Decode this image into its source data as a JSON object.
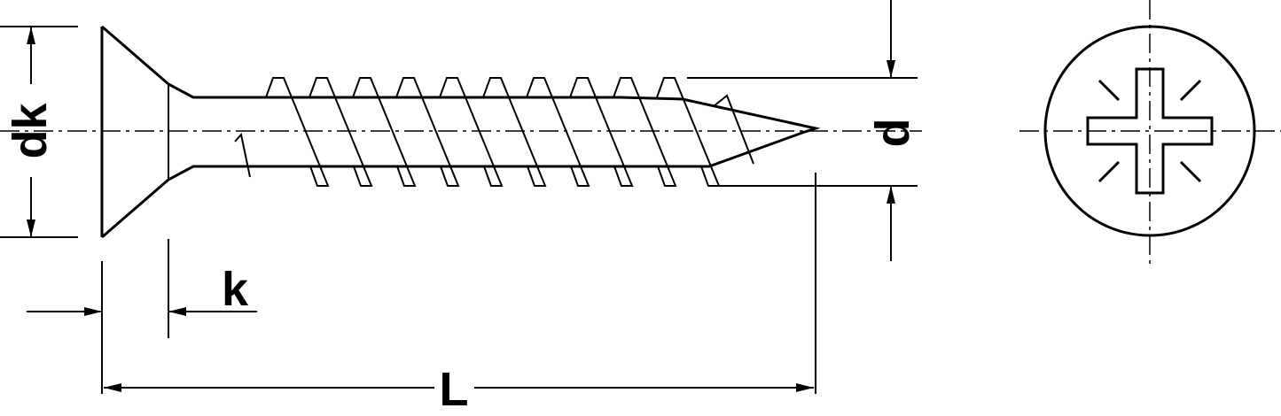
{
  "diagram": {
    "labels": {
      "head_diameter": "dk",
      "head_height": "k",
      "thread_diameter": "d",
      "length": "L"
    },
    "line_color": "#000000",
    "background_color": "#ffffff",
    "drive_type_icon": "pozidriv-cross-icon"
  }
}
